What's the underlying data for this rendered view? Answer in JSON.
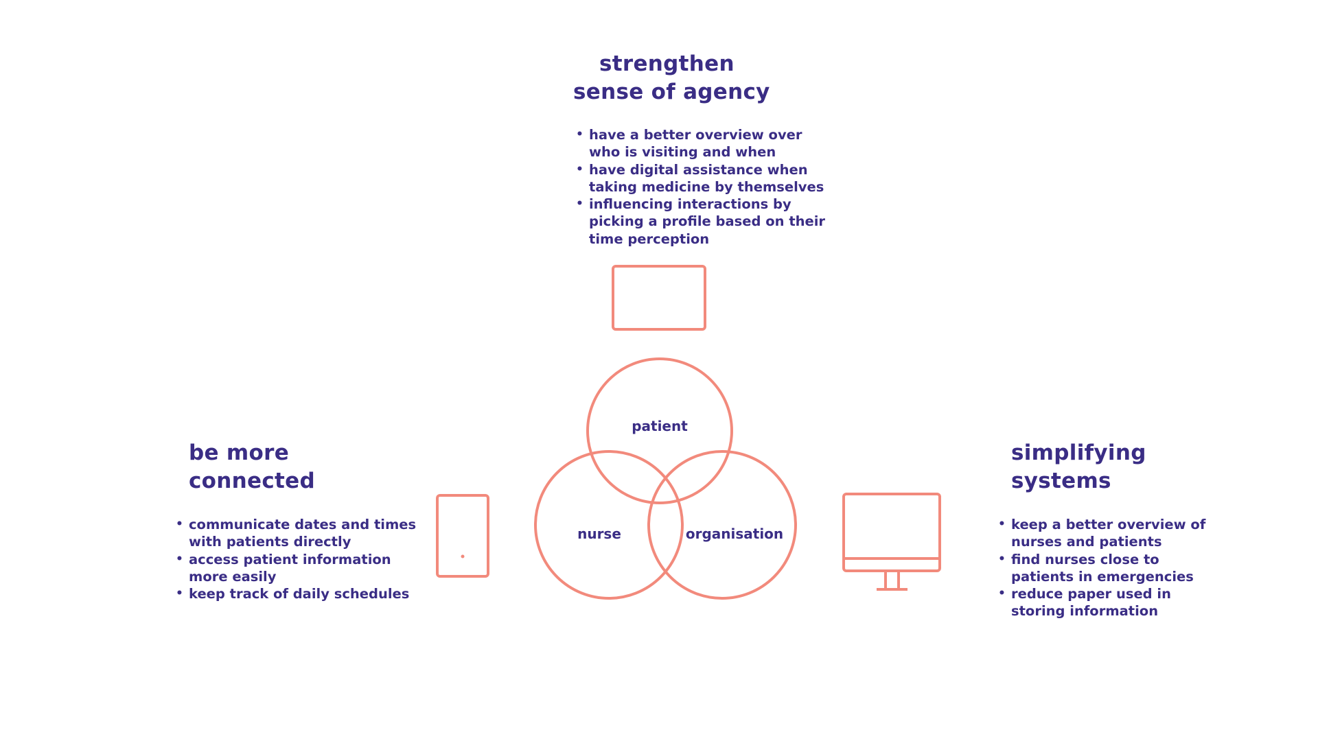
{
  "top": {
    "title_lines": [
      "strengthen",
      "sense of agency"
    ],
    "items": [
      [
        "have a better overview over",
        "who is visiting and when"
      ],
      [
        "have digital assistance when",
        "taking medicine by themselves"
      ],
      [
        "influencing interactions by",
        "picking a profile based on their",
        "time perception"
      ]
    ]
  },
  "left": {
    "title_lines": [
      "be more",
      "connected"
    ],
    "items": [
      [
        "communicate dates and times",
        "with patients directly"
      ],
      [
        "access patient information",
        "more easily"
      ],
      [
        "keep track of daily schedules"
      ]
    ]
  },
  "right": {
    "title_lines": [
      "simplifying",
      "systems"
    ],
    "items": [
      [
        "keep a better overview of",
        "nurses and patients"
      ],
      [
        "find nurses close to",
        "patients in emergencies"
      ],
      [
        "reduce paper used in",
        "storing information"
      ]
    ]
  },
  "venn": {
    "top_label": "patient",
    "left_label": "nurse",
    "right_label": "organisation"
  },
  "icons": {
    "top": "tablet-icon",
    "left": "phone-icon",
    "right": "monitor-icon"
  },
  "colors": {
    "text": "#3a2d85",
    "accent": "#f28a7c"
  }
}
